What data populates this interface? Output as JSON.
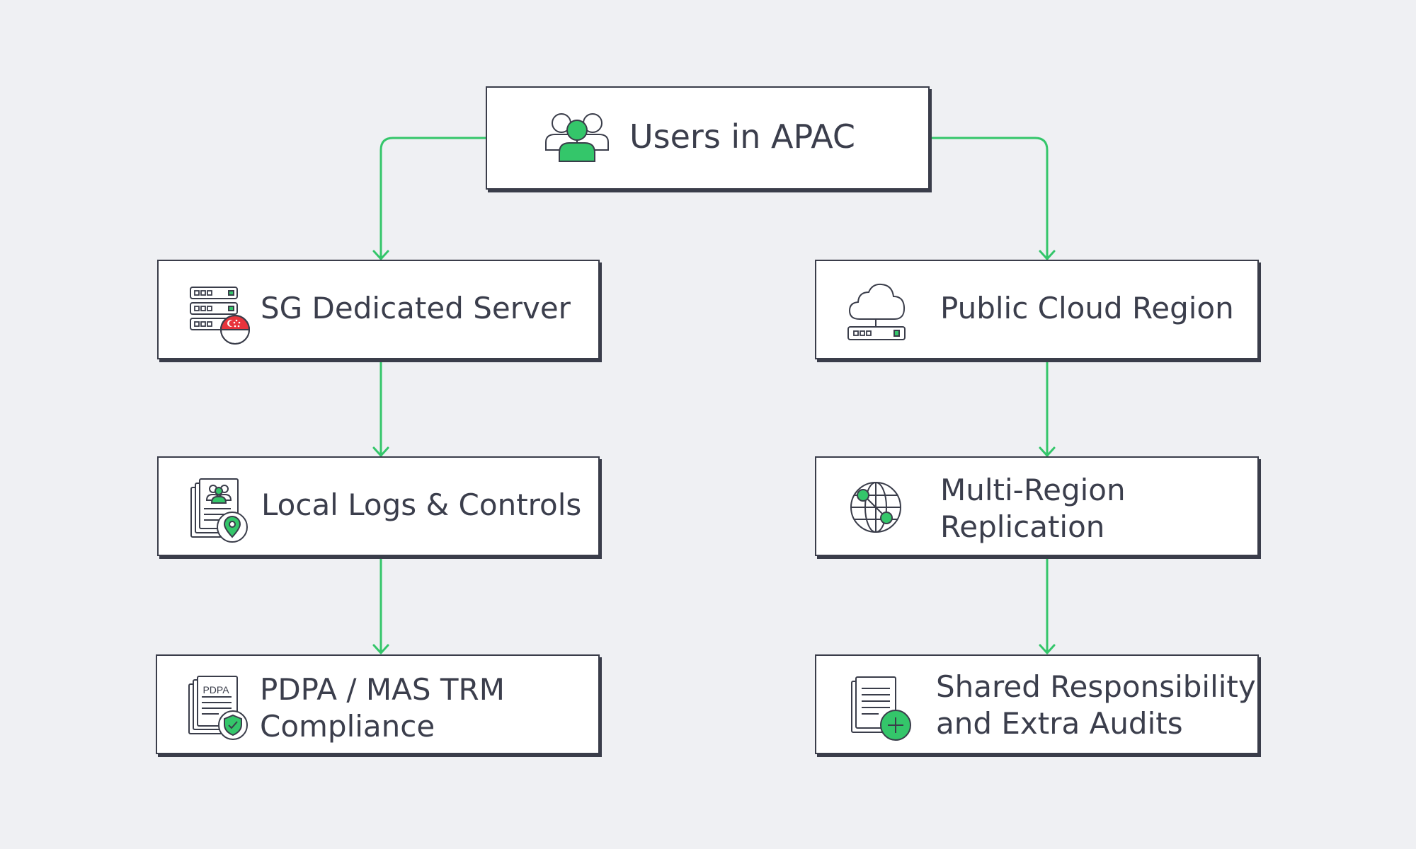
{
  "nodes": {
    "root": {
      "label": "Users in APAC"
    },
    "sg_server": {
      "label": "SG Dedicated Server"
    },
    "public_cloud": {
      "label": "Public Cloud Region"
    },
    "local_logs": {
      "label": "Local Logs & Controls"
    },
    "multi_region": {
      "label_line1": "Multi-Region",
      "label_line2": "Replication"
    },
    "pdpa": {
      "label_line1": "PDPA / MAS TRM",
      "label_line2": "Compliance",
      "doc_tag": "PDPA"
    },
    "shared_resp": {
      "label_line1": "Shared Responsibility",
      "label_line2": "and Extra Audits"
    }
  },
  "icons": {
    "root": "users-group-icon",
    "sg_server": "server-rack-singapore-flag-icon",
    "public_cloud": "cloud-server-icon",
    "local_logs": "document-location-pin-icon",
    "multi_region": "globe-network-icon",
    "pdpa": "document-shield-icon",
    "shared_resp": "document-plus-icon"
  },
  "colors": {
    "background": "#eff0f3",
    "accent_green": "#34c66a",
    "border": "#3a3d4a",
    "text": "#3b3e4c",
    "flag_red": "#e8343c"
  }
}
